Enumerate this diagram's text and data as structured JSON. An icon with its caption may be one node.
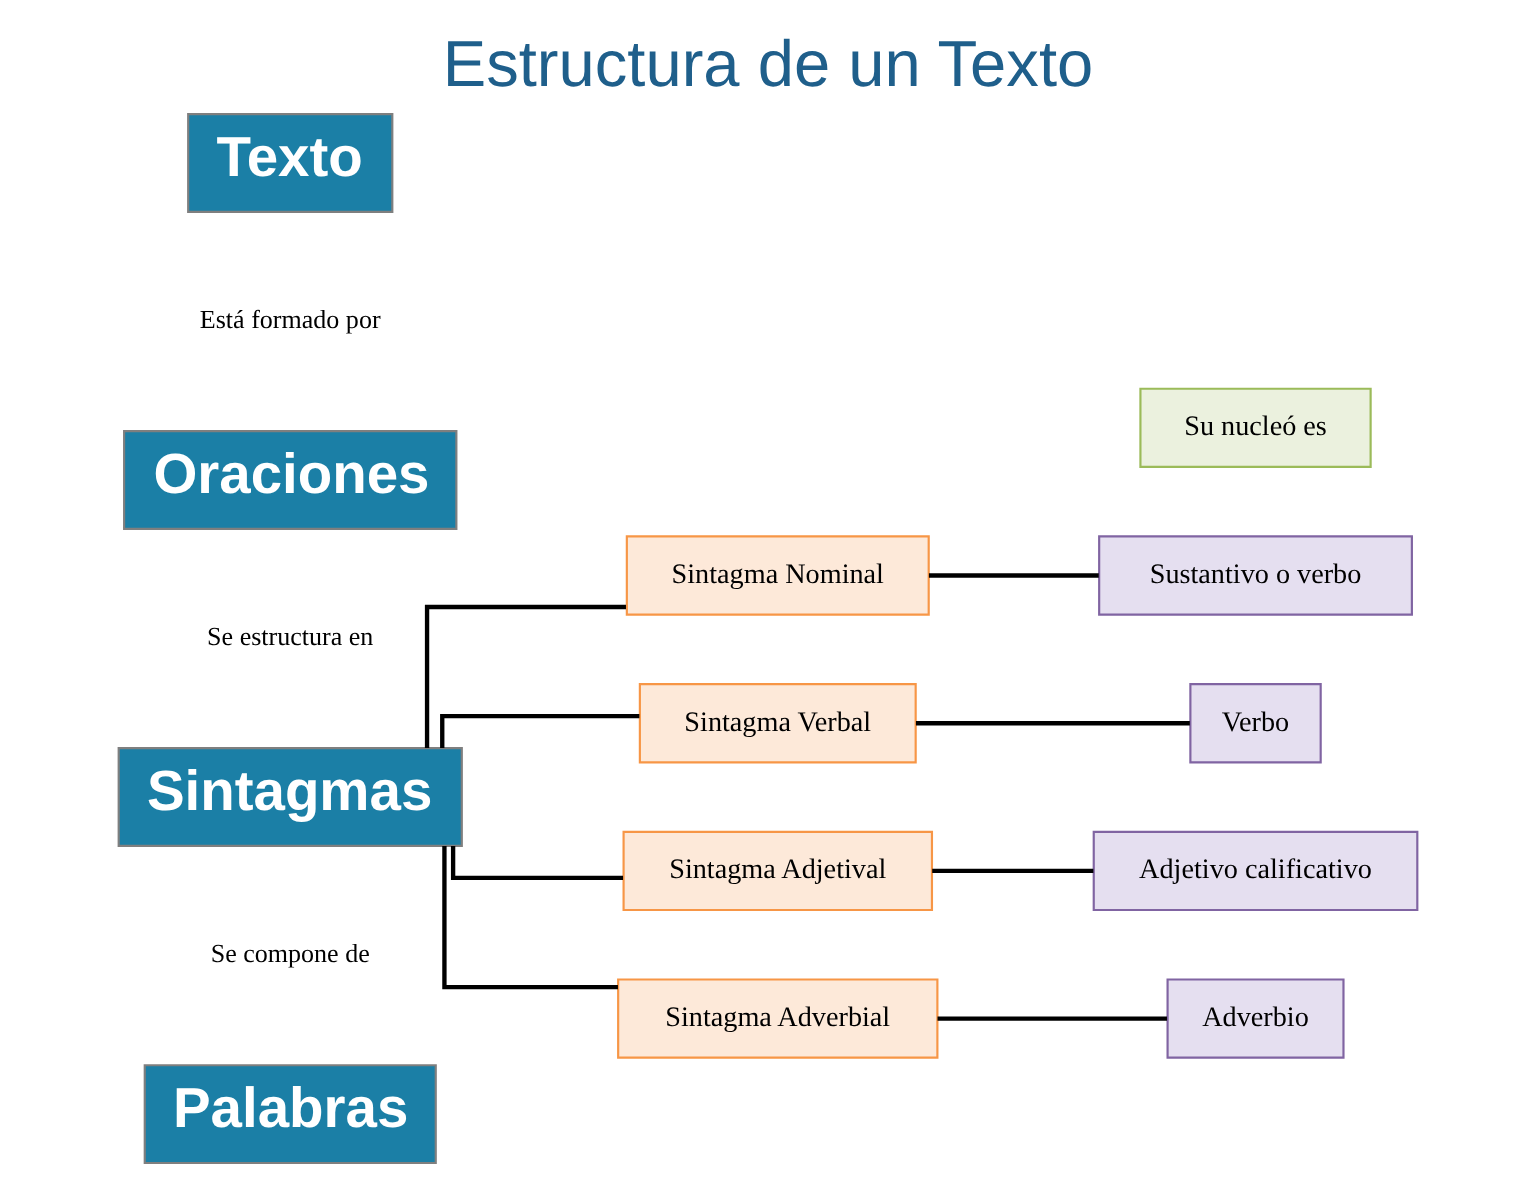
{
  "diagram": {
    "title": "Estructura de un Texto",
    "nodes": [
      {
        "text": [
          "Texto"
        ]
      },
      {
        "text": [
          "Oraciones"
        ]
      },
      {
        "text": [
          "Sintagmas"
        ]
      },
      {
        "text": [
          "Palabras"
        ]
      },
      {
        "text": [
          "Su nucleó es"
        ]
      },
      {
        "text": [
          "Sintagma Nominal"
        ]
      },
      {
        "text": [
          "Sustantivo o verbo"
        ]
      },
      {
        "text": [
          "Sintagma Verbal"
        ]
      },
      {
        "text": [
          "Verbo"
        ]
      },
      {
        "text": [
          "Sintagma Adjetival"
        ]
      },
      {
        "text": [
          "Adjetivo calificativo"
        ]
      },
      {
        "text": [
          "Sintagma Adverbial"
        ]
      },
      {
        "text": [
          "Adverbio"
        ]
      }
    ],
    "edges": [
      {
        "from": 2,
        "to": 5,
        "arrow": "none"
      },
      {
        "from": 2,
        "to": 7,
        "arrow": "none"
      },
      {
        "from": 2,
        "to": 9,
        "arrow": "none"
      },
      {
        "from": 2,
        "to": 11,
        "arrow": "none"
      },
      {
        "from": 5,
        "to": 6,
        "arrow": "none"
      },
      {
        "from": 7,
        "to": 8,
        "arrow": "none"
      },
      {
        "from": 9,
        "to": 10,
        "arrow": "none"
      },
      {
        "from": 11,
        "to": 12,
        "arrow": "none"
      }
    ],
    "labels": [
      "Está formado por",
      "Se estructura en",
      "Se compone de"
    ]
  }
}
